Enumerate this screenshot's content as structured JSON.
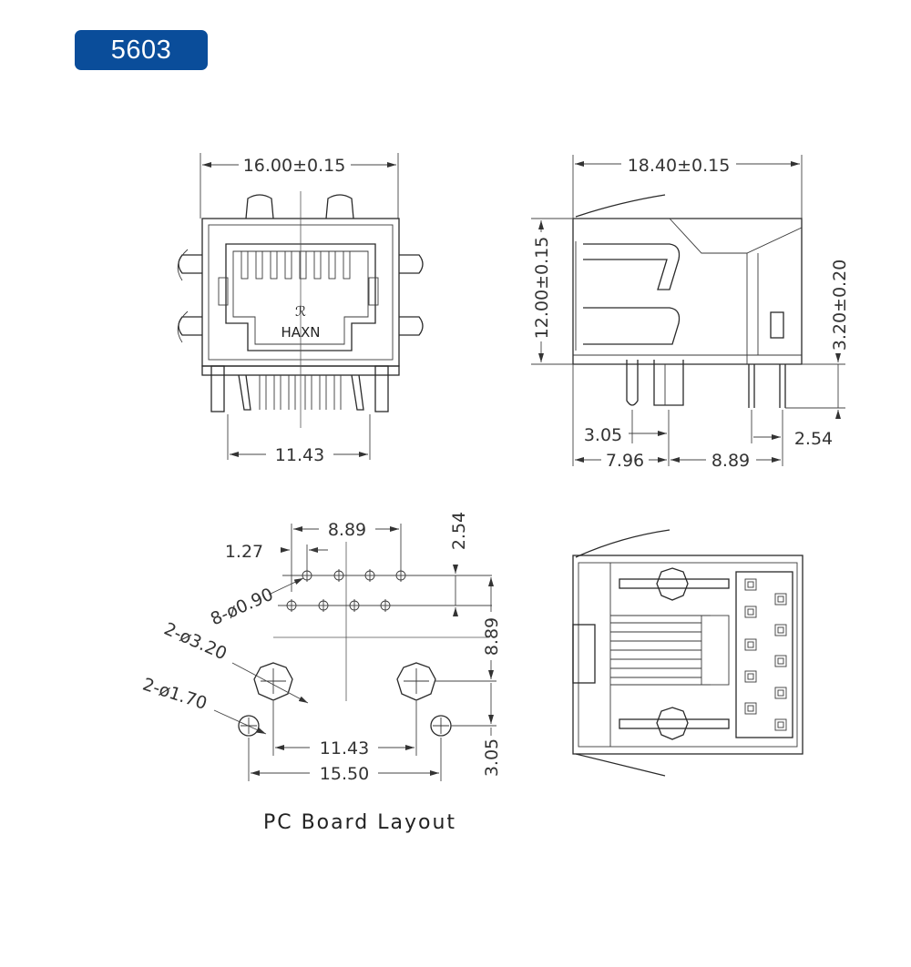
{
  "part_number": "5603",
  "brand": "HAXN",
  "caption": "PC Board Layout",
  "dimensions": {
    "front_width": "16.00±0.15",
    "front_pin_span": "11.43",
    "side_depth": "18.40±0.15",
    "side_height": "12.00±0.15",
    "side_pin_length": "3.20±0.20",
    "side_left_offset": "3.05",
    "side_bottom_left": "7.96",
    "side_bottom_right": "8.89",
    "side_pin_pitch": "2.54",
    "pcb_row_width": "8.89",
    "pcb_half_pitch": "1.27",
    "pcb_row_pitch": "2.54",
    "pcb_hole_small": "8-ø0.90",
    "pcb_hole_large": "2-ø3.20",
    "pcb_hole_mid": "2-ø1.70",
    "pcb_vertical": "8.89",
    "pcb_post_span": "11.43",
    "pcb_total": "15.50",
    "pcb_bottom": "3.05"
  },
  "colors": {
    "badge": "#0a4d9a",
    "line": "#2a2a2a"
  }
}
